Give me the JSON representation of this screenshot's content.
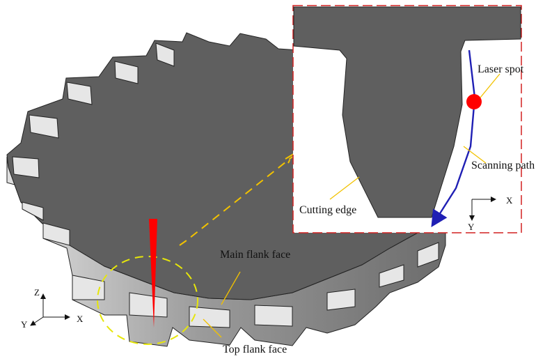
{
  "labels": {
    "laser_spot": "Laser spot",
    "scanning_path": "Scanning path",
    "cutting_edge": "Cutting edge",
    "main_flank_face": "Main flank face",
    "top_flank_face": "Top flank face"
  },
  "axes_main": {
    "z": "Z",
    "y": "Y",
    "x": "X"
  },
  "axes_inset": {
    "x": "X",
    "y": "Y"
  },
  "colors": {
    "gear_top": "#5f5f5f",
    "gear_side": "#8a8a8a",
    "gear_side_light": "#c4c4c4",
    "laser": "#ff0000",
    "scan_path": "#1f1fb4",
    "leader": "#f2c200",
    "detail_border": "#d22020",
    "focus_circle": "#e6e60a"
  }
}
